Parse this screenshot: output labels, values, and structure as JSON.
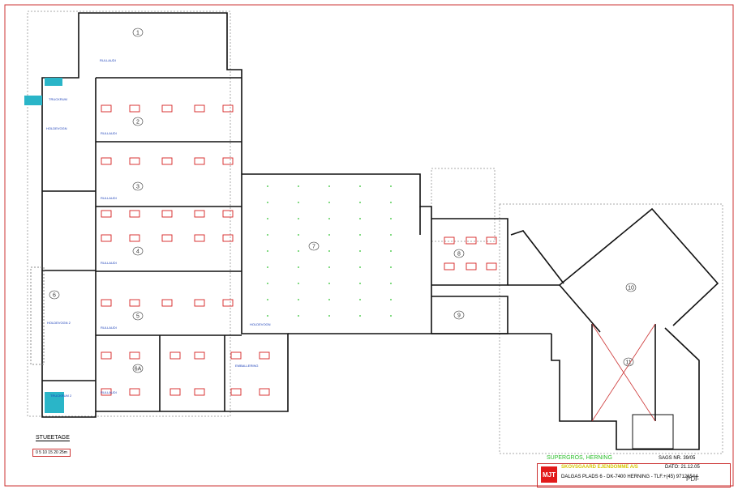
{
  "plan": {
    "rooms": [
      "1",
      "2",
      "3",
      "4",
      "5",
      "6",
      "6A",
      "7",
      "8",
      "9",
      "10",
      "11"
    ],
    "labels": {
      "rullaudi": "RULLAUDI",
      "truckrum": "TRUCKRUM",
      "holdevogn": "HOLDEVOGN",
      "holdevogn_2": "HOLDEVOGN 2",
      "truckrum_2": "TRUCKRUM 2",
      "emballering": "EMBALLERING"
    }
  },
  "legend": {
    "floor": "STUEETAGE",
    "scale": "0   5   10   15   20   25m"
  },
  "title_block": {
    "project": "SUPERGROS, HERNING",
    "sag": "SAGS NR. 39/05",
    "company": "SKOVSGAARD EJENDOMME A/S",
    "address": "DALGAS PLADS 6 - DK-7400 HERNING - TLF.+(45) 97126544",
    "date": "DATO: 21.12.05",
    "logo": "MJT"
  },
  "toolbar": {
    "pdf_label": "PDF"
  },
  "colors": {
    "walls": "#111111",
    "doors": "#d41f1f",
    "cyan": "#2ab5c8",
    "grid": "#2bbf2b",
    "dotted": "#9a9a9a"
  }
}
